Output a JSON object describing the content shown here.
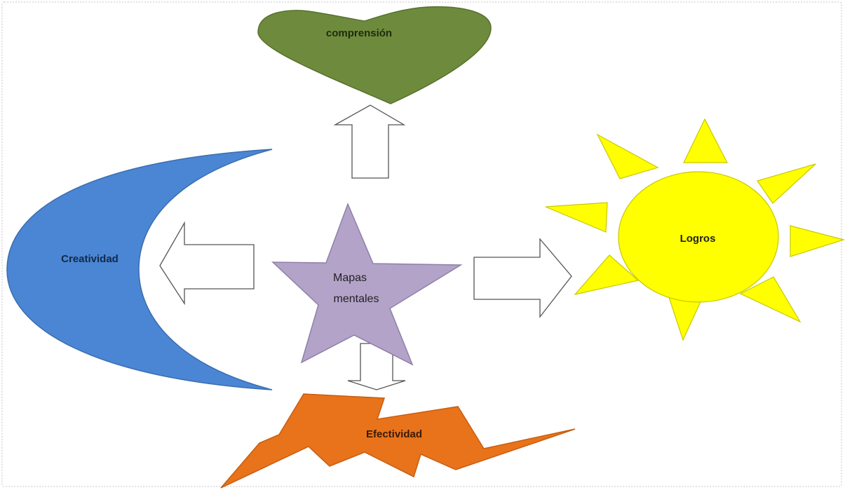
{
  "nodes": {
    "center": {
      "line1": "Mapas",
      "line2": "mentales",
      "shape": "star",
      "fill": "#b3a3c9"
    },
    "top": {
      "label": "comprensión",
      "shape": "heart",
      "fill": "#6e8b3d"
    },
    "left": {
      "label": "Creatividad",
      "shape": "moon",
      "fill": "#4a86d3"
    },
    "right": {
      "label": "Logros",
      "shape": "sun",
      "fill": "#ffff00"
    },
    "bottom": {
      "label": "Efectividad",
      "shape": "lightning-bolt",
      "fill": "#e8731b"
    }
  },
  "arrows": {
    "fill": "#ffffff",
    "stroke": "#555555",
    "icons": [
      "arrow-up-icon",
      "arrow-left-icon",
      "arrow-right-icon",
      "arrow-down-icon"
    ]
  }
}
